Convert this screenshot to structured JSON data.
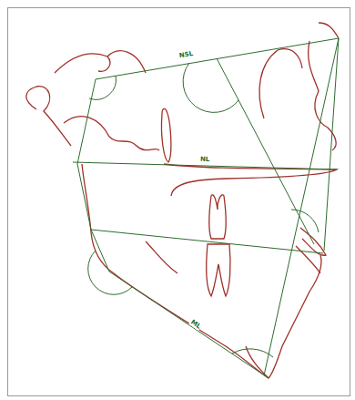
{
  "diagram": {
    "labels": [
      "NSL",
      "NL",
      "ML"
    ]
  }
}
